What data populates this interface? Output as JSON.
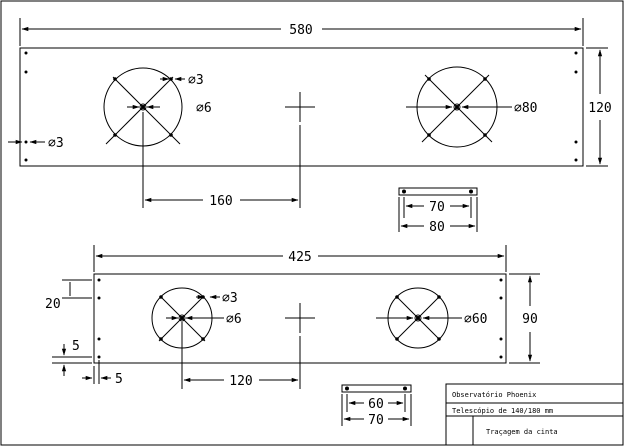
{
  "top_plate": {
    "overall_width": "580",
    "height": "120",
    "hole_small_left": "⌀3",
    "edge_hole": "⌀3",
    "hole_large_left": "⌀6",
    "hole_right": "⌀80",
    "spacing": "160"
  },
  "bottom_plate": {
    "overall_width": "425",
    "height": "90",
    "hole_small": "⌀3",
    "hole_large": "⌀6",
    "hole_right": "⌀60",
    "offset_20": "20",
    "offset_5_vertical": "5",
    "offset_5_horizontal": "5",
    "spacing": "120"
  },
  "top_bracket": {
    "inner": "70",
    "outer": "80"
  },
  "bottom_bracket": {
    "inner": "60",
    "outer": "70"
  },
  "title_block": {
    "line1": "Observatório Phoenix",
    "line2": "Telescópio de 140/180 mm",
    "line3": "Traçagem da cinta"
  }
}
